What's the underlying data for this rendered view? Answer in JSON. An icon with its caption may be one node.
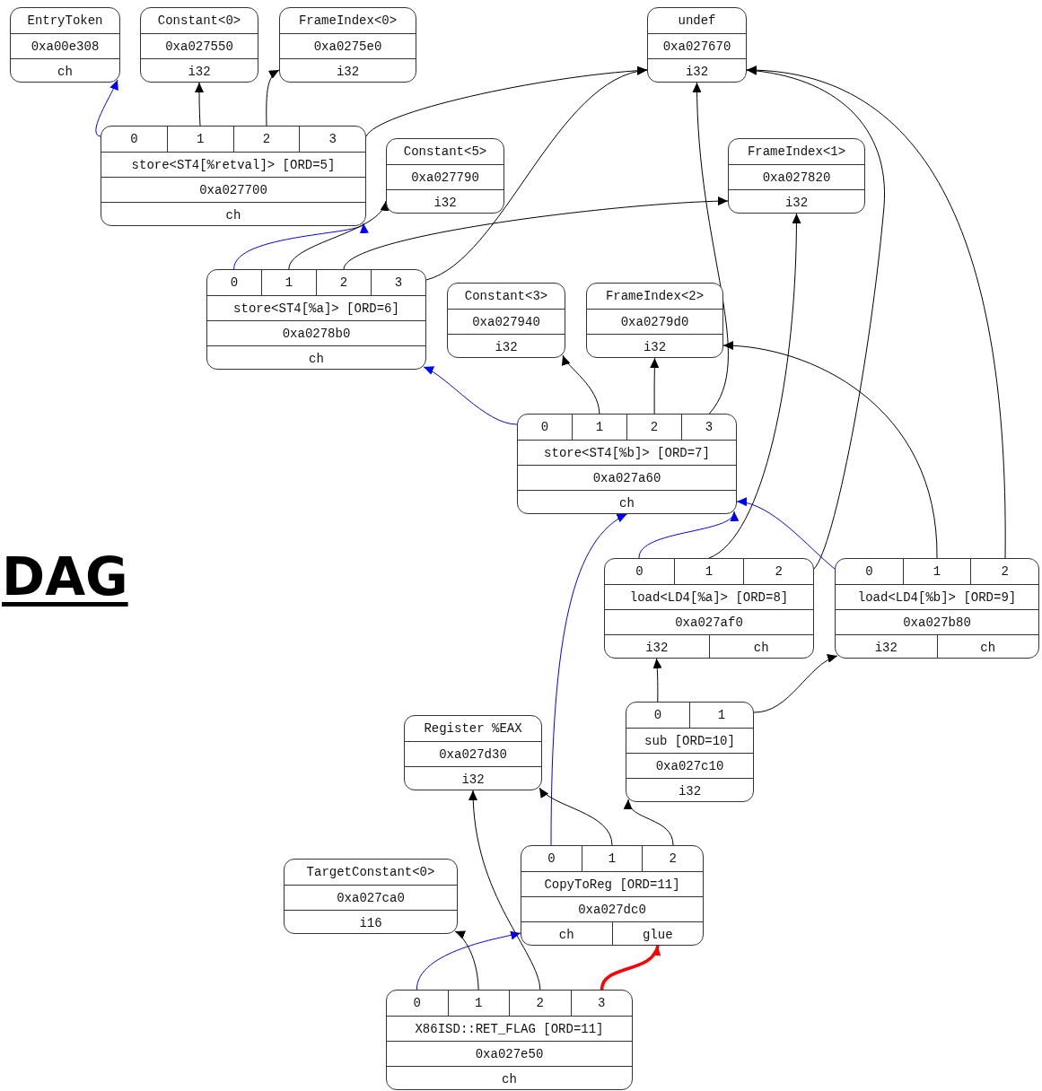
{
  "diagram": {
    "nodes": [
      {
        "text": [
          "EntryToken",
          "0xa00e308",
          "ch"
        ]
      },
      {
        "text": [
          "Constant<0>",
          "0xa027550",
          "i32"
        ]
      },
      {
        "text": [
          "FrameIndex<0>",
          "0xa0275e0",
          "i32"
        ]
      },
      {
        "text": [
          "undef",
          "0xa027670",
          "i32"
        ]
      },
      {
        "text": [
          "0",
          "1",
          "2",
          "3",
          "store<ST4[%retval]> [ORD=5]",
          "0xa027700",
          "ch"
        ]
      },
      {
        "text": [
          "Constant<5>",
          "0xa027790",
          "i32"
        ]
      },
      {
        "text": [
          "FrameIndex<1>",
          "0xa027820",
          "i32"
        ]
      },
      {
        "text": [
          "0",
          "1",
          "2",
          "3",
          "store<ST4[%a]> [ORD=6]",
          "0xa0278b0",
          "ch"
        ]
      },
      {
        "text": [
          "Constant<3>",
          "0xa027940",
          "i32"
        ]
      },
      {
        "text": [
          "FrameIndex<2>",
          "0xa0279d0",
          "i32"
        ]
      },
      {
        "text": [
          "0",
          "1",
          "2",
          "3",
          "store<ST4[%b]> [ORD=7]",
          "0xa027a60",
          "ch"
        ]
      },
      {
        "text": [
          "0",
          "1",
          "2",
          "load<LD4[%a]> [ORD=8]",
          "0xa027af0",
          "i32",
          "ch"
        ]
      },
      {
        "text": [
          "0",
          "1",
          "2",
          "load<LD4[%b]> [ORD=9]",
          "0xa027b80",
          "i32",
          "ch"
        ]
      },
      {
        "text": [
          "Register %EAX",
          "0xa027d30",
          "i32"
        ]
      },
      {
        "text": [
          "0",
          "1",
          "sub [ORD=10]",
          "0xa027c10",
          "i32"
        ]
      },
      {
        "text": [
          "TargetConstant<0>",
          "0xa027ca0",
          "i16"
        ]
      },
      {
        "text": [
          "0",
          "1",
          "2",
          "CopyToReg [ORD=11]",
          "0xa027dc0",
          "ch",
          "glue"
        ]
      },
      {
        "text": [
          "0",
          "1",
          "2",
          "3",
          "X86ISD::RET_FLAG [ORD=11]",
          "0xa027e50",
          "ch"
        ]
      }
    ],
    "edges": [
      {
        "from": 4,
        "to": 0,
        "arrow": "to",
        "color": "#0000ff"
      },
      {
        "from": 4,
        "to": 1,
        "arrow": "to"
      },
      {
        "from": 4,
        "to": 2,
        "arrow": "to"
      },
      {
        "from": 4,
        "to": 3,
        "arrow": "to"
      },
      {
        "from": 7,
        "to": 4,
        "arrow": "to",
        "color": "#0000ff"
      },
      {
        "from": 7,
        "to": 5,
        "arrow": "to"
      },
      {
        "from": 7,
        "to": 6,
        "arrow": "to"
      },
      {
        "from": 7,
        "to": 3,
        "arrow": "to"
      },
      {
        "from": 10,
        "to": 7,
        "arrow": "to",
        "color": "#0000ff"
      },
      {
        "from": 10,
        "to": 8,
        "arrow": "to"
      },
      {
        "from": 10,
        "to": 9,
        "arrow": "to"
      },
      {
        "from": 10,
        "to": 3,
        "arrow": "to"
      },
      {
        "from": 11,
        "to": 10,
        "arrow": "to",
        "color": "#0000ff"
      },
      {
        "from": 11,
        "to": 6,
        "arrow": "to"
      },
      {
        "from": 11,
        "to": 3,
        "arrow": "to"
      },
      {
        "from": 12,
        "to": 10,
        "arrow": "to",
        "color": "#0000ff"
      },
      {
        "from": 12,
        "to": 9,
        "arrow": "to"
      },
      {
        "from": 12,
        "to": 3,
        "arrow": "to"
      },
      {
        "from": 14,
        "to": 11,
        "arrow": "to"
      },
      {
        "from": 14,
        "to": 12,
        "arrow": "to"
      },
      {
        "from": 16,
        "to": 10,
        "arrow": "to",
        "color": "#0000ff"
      },
      {
        "from": 16,
        "to": 13,
        "arrow": "to"
      },
      {
        "from": 16,
        "to": 14,
        "arrow": "to"
      },
      {
        "from": 17,
        "to": 16,
        "arrow": "to",
        "color": "#0000ff"
      },
      {
        "from": 17,
        "to": 15,
        "arrow": "to"
      },
      {
        "from": 17,
        "to": 13,
        "arrow": "to"
      },
      {
        "from": 17,
        "to": 16,
        "arrow": "to",
        "style": "thick",
        "color": "#ff0000"
      }
    ],
    "labels": [
      "DAG"
    ]
  }
}
